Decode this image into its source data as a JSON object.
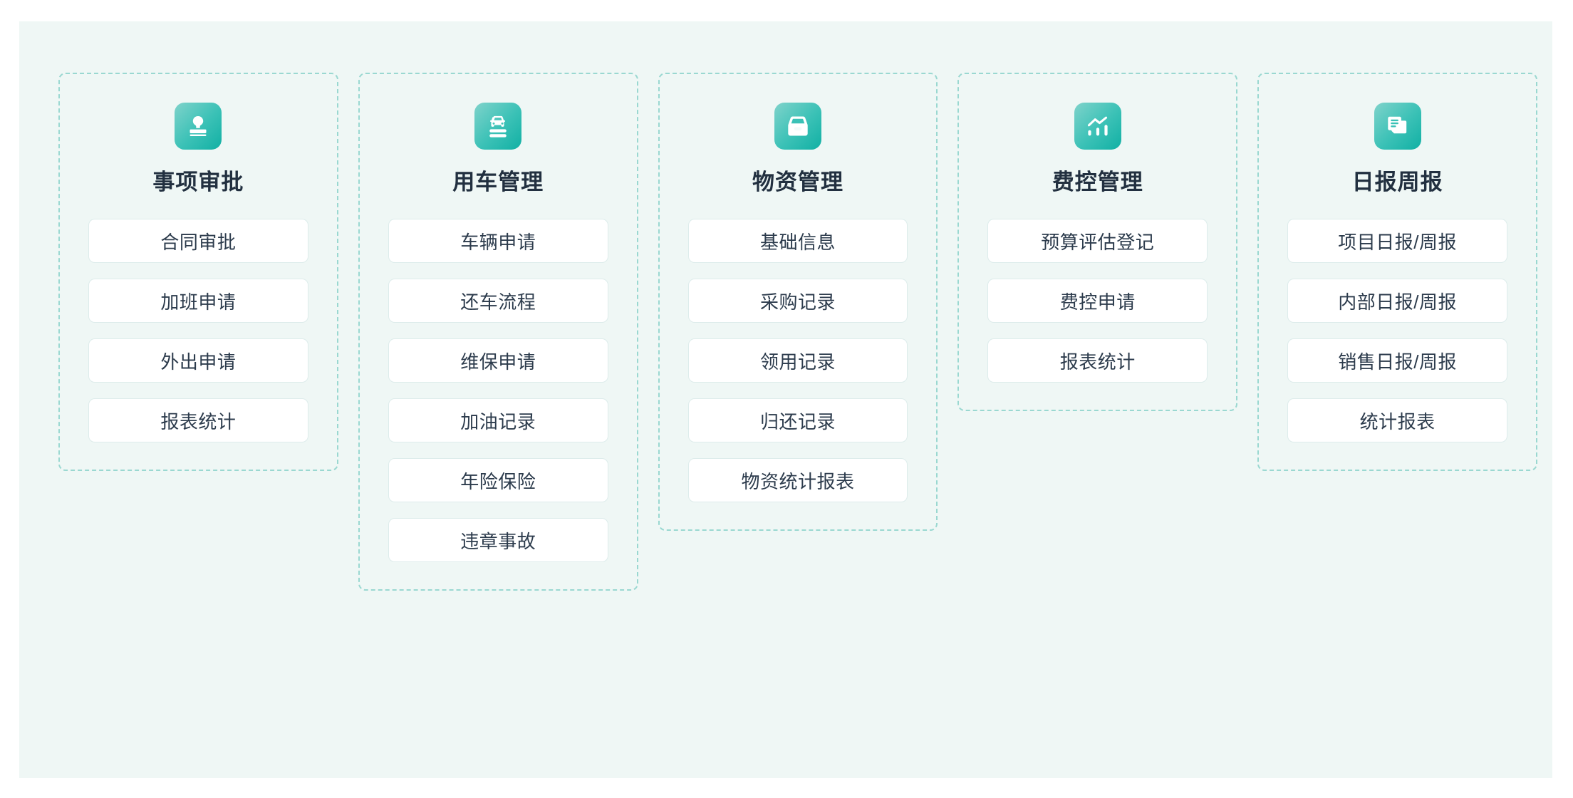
{
  "theme": {
    "page_background": "#ffffff",
    "panel_background": "#eff7f5",
    "dashed_border": "#9ad8d1",
    "icon_gradient_start": "#7fd3cb",
    "icon_gradient_end": "#11b0a4",
    "card_background": "#ffffff",
    "card_border": "#ddeceb",
    "title_color": "#223040",
    "item_text_color": "#2c3b4c"
  },
  "modules": [
    {
      "title": "事项审批",
      "icon": "stamp-icon",
      "items": [
        "合同审批",
        "加班申请",
        "外出申请",
        "报表统计"
      ]
    },
    {
      "title": "用车管理",
      "icon": "car-document-icon",
      "items": [
        "车辆申请",
        "还车流程",
        "维保申请",
        "加油记录",
        "年险保险",
        "违章事故"
      ]
    },
    {
      "title": "物资管理",
      "icon": "supply-box-icon",
      "items": [
        "基础信息",
        "采购记录",
        "领用记录",
        "归还记录",
        "物资统计报表"
      ]
    },
    {
      "title": "费控管理",
      "icon": "trend-chart-icon",
      "items": [
        "预算评估登记",
        "费控申请",
        "报表统计"
      ]
    },
    {
      "title": "日报周报",
      "icon": "report-pages-icon",
      "items": [
        "项目日报/周报",
        "内部日报/周报",
        "销售日报/周报",
        "统计报表"
      ]
    }
  ]
}
